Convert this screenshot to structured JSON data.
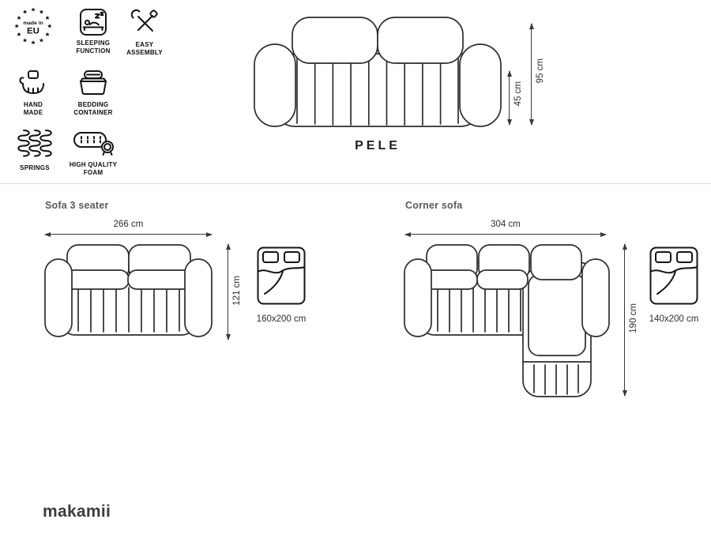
{
  "brand": {
    "logo": "makamii"
  },
  "product": {
    "name": "PELE"
  },
  "features": [
    {
      "name": "made-in-eu",
      "line1": "made in",
      "line2": "EU"
    },
    {
      "name": "sleeping-function",
      "line1": "SLEEPING",
      "line2": "FUNCTION"
    },
    {
      "name": "easy-assembly",
      "line1": "EASY",
      "line2": "ASSEMBLY"
    },
    {
      "name": "hand-made",
      "line1": "HAND",
      "line2": "MADE"
    },
    {
      "name": "bedding-container",
      "line1": "BEDDING",
      "line2": "CONTAINER"
    },
    {
      "name": "springs",
      "line1": "SPRINGS",
      "line2": ""
    },
    {
      "name": "high-quality-foam",
      "line1": "HIGH QUALITY",
      "line2": "FOAM"
    }
  ],
  "front_view": {
    "total_height": "95 cm",
    "seat_height": "45 cm"
  },
  "variants": [
    {
      "title": "Sofa 3 seater",
      "width": "266 cm",
      "depth": "121 cm",
      "bed_size": "160x200 cm"
    },
    {
      "title": "Corner sofa",
      "width": "304 cm",
      "depth": "190 cm",
      "bed_size": "140x200 cm"
    }
  ],
  "colors": {
    "line": "#2d2d2d",
    "divider": "#dcdcdc",
    "muted_text": "#595959"
  }
}
